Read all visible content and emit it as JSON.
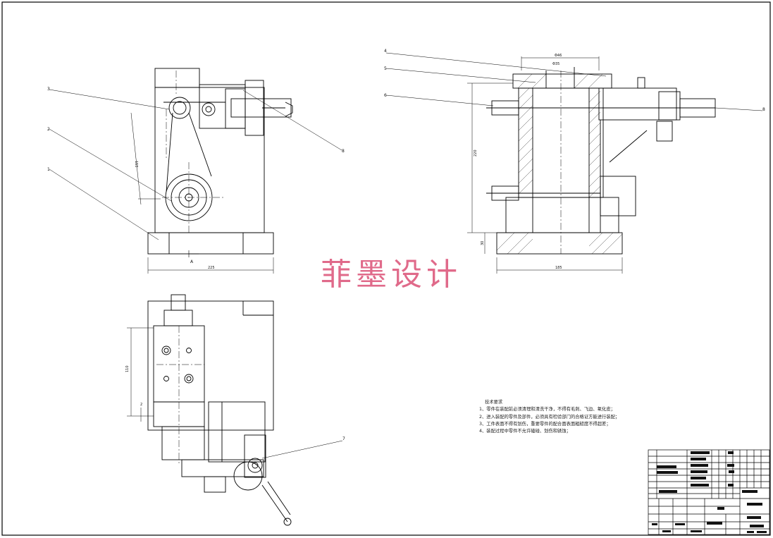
{
  "drawing": {
    "watermark": "菲墨设计",
    "technical_requirements": {
      "title": "技术要求",
      "items": [
        "1、零件在装配前必须清理和清洗干净，不得有毛刺、飞边、氧化皮；",
        "2、进入装配的零件及部件，必须具有检验部门的合格证方能进行装配；",
        "3、工件表面不得有划伤，重要零件的配合面表面粗糙度不得超差；",
        "4、装配过程中零件不允许磕碰、划伤和锈蚀；"
      ]
    },
    "front_view": {
      "balloons": [
        "3",
        "2",
        "1",
        "8"
      ],
      "dims": {
        "width": "225",
        "height_left": "155",
        "section_mark": "A"
      }
    },
    "side_view": {
      "balloons": [
        "4",
        "5",
        "6",
        "8"
      ],
      "dims": {
        "top": "Φ46",
        "fit": "Φ35",
        "height": "220",
        "base": "30",
        "width": "185"
      }
    },
    "top_view": {
      "balloons": [
        "7"
      ],
      "dims": {
        "height": "110",
        "small": "2"
      }
    }
  }
}
